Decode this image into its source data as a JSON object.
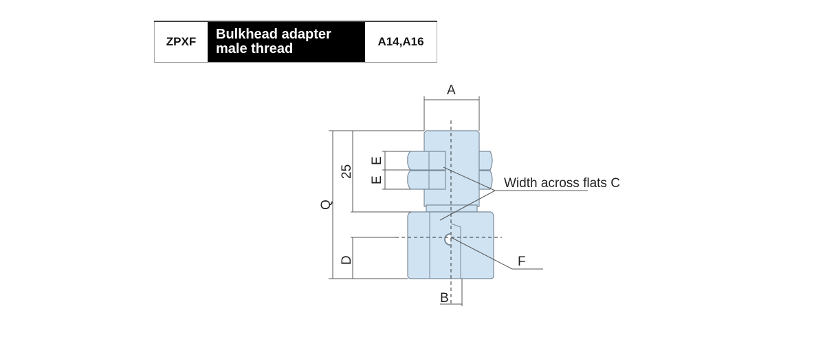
{
  "header": {
    "code": "ZPXF",
    "title_line1": "Bulkhead adapter",
    "title_line2": "male thread",
    "sizes": "A14,A16"
  },
  "diagram": {
    "labels": {
      "A": "A",
      "B": "B",
      "D": "D",
      "E1": "E",
      "E2": "E",
      "F": "F",
      "Q": "Q",
      "length": "25",
      "flats": "Width across flats C"
    },
    "colors": {
      "body": "#cfe3f2",
      "outline": "#7a8a99",
      "line": "#555555"
    }
  }
}
